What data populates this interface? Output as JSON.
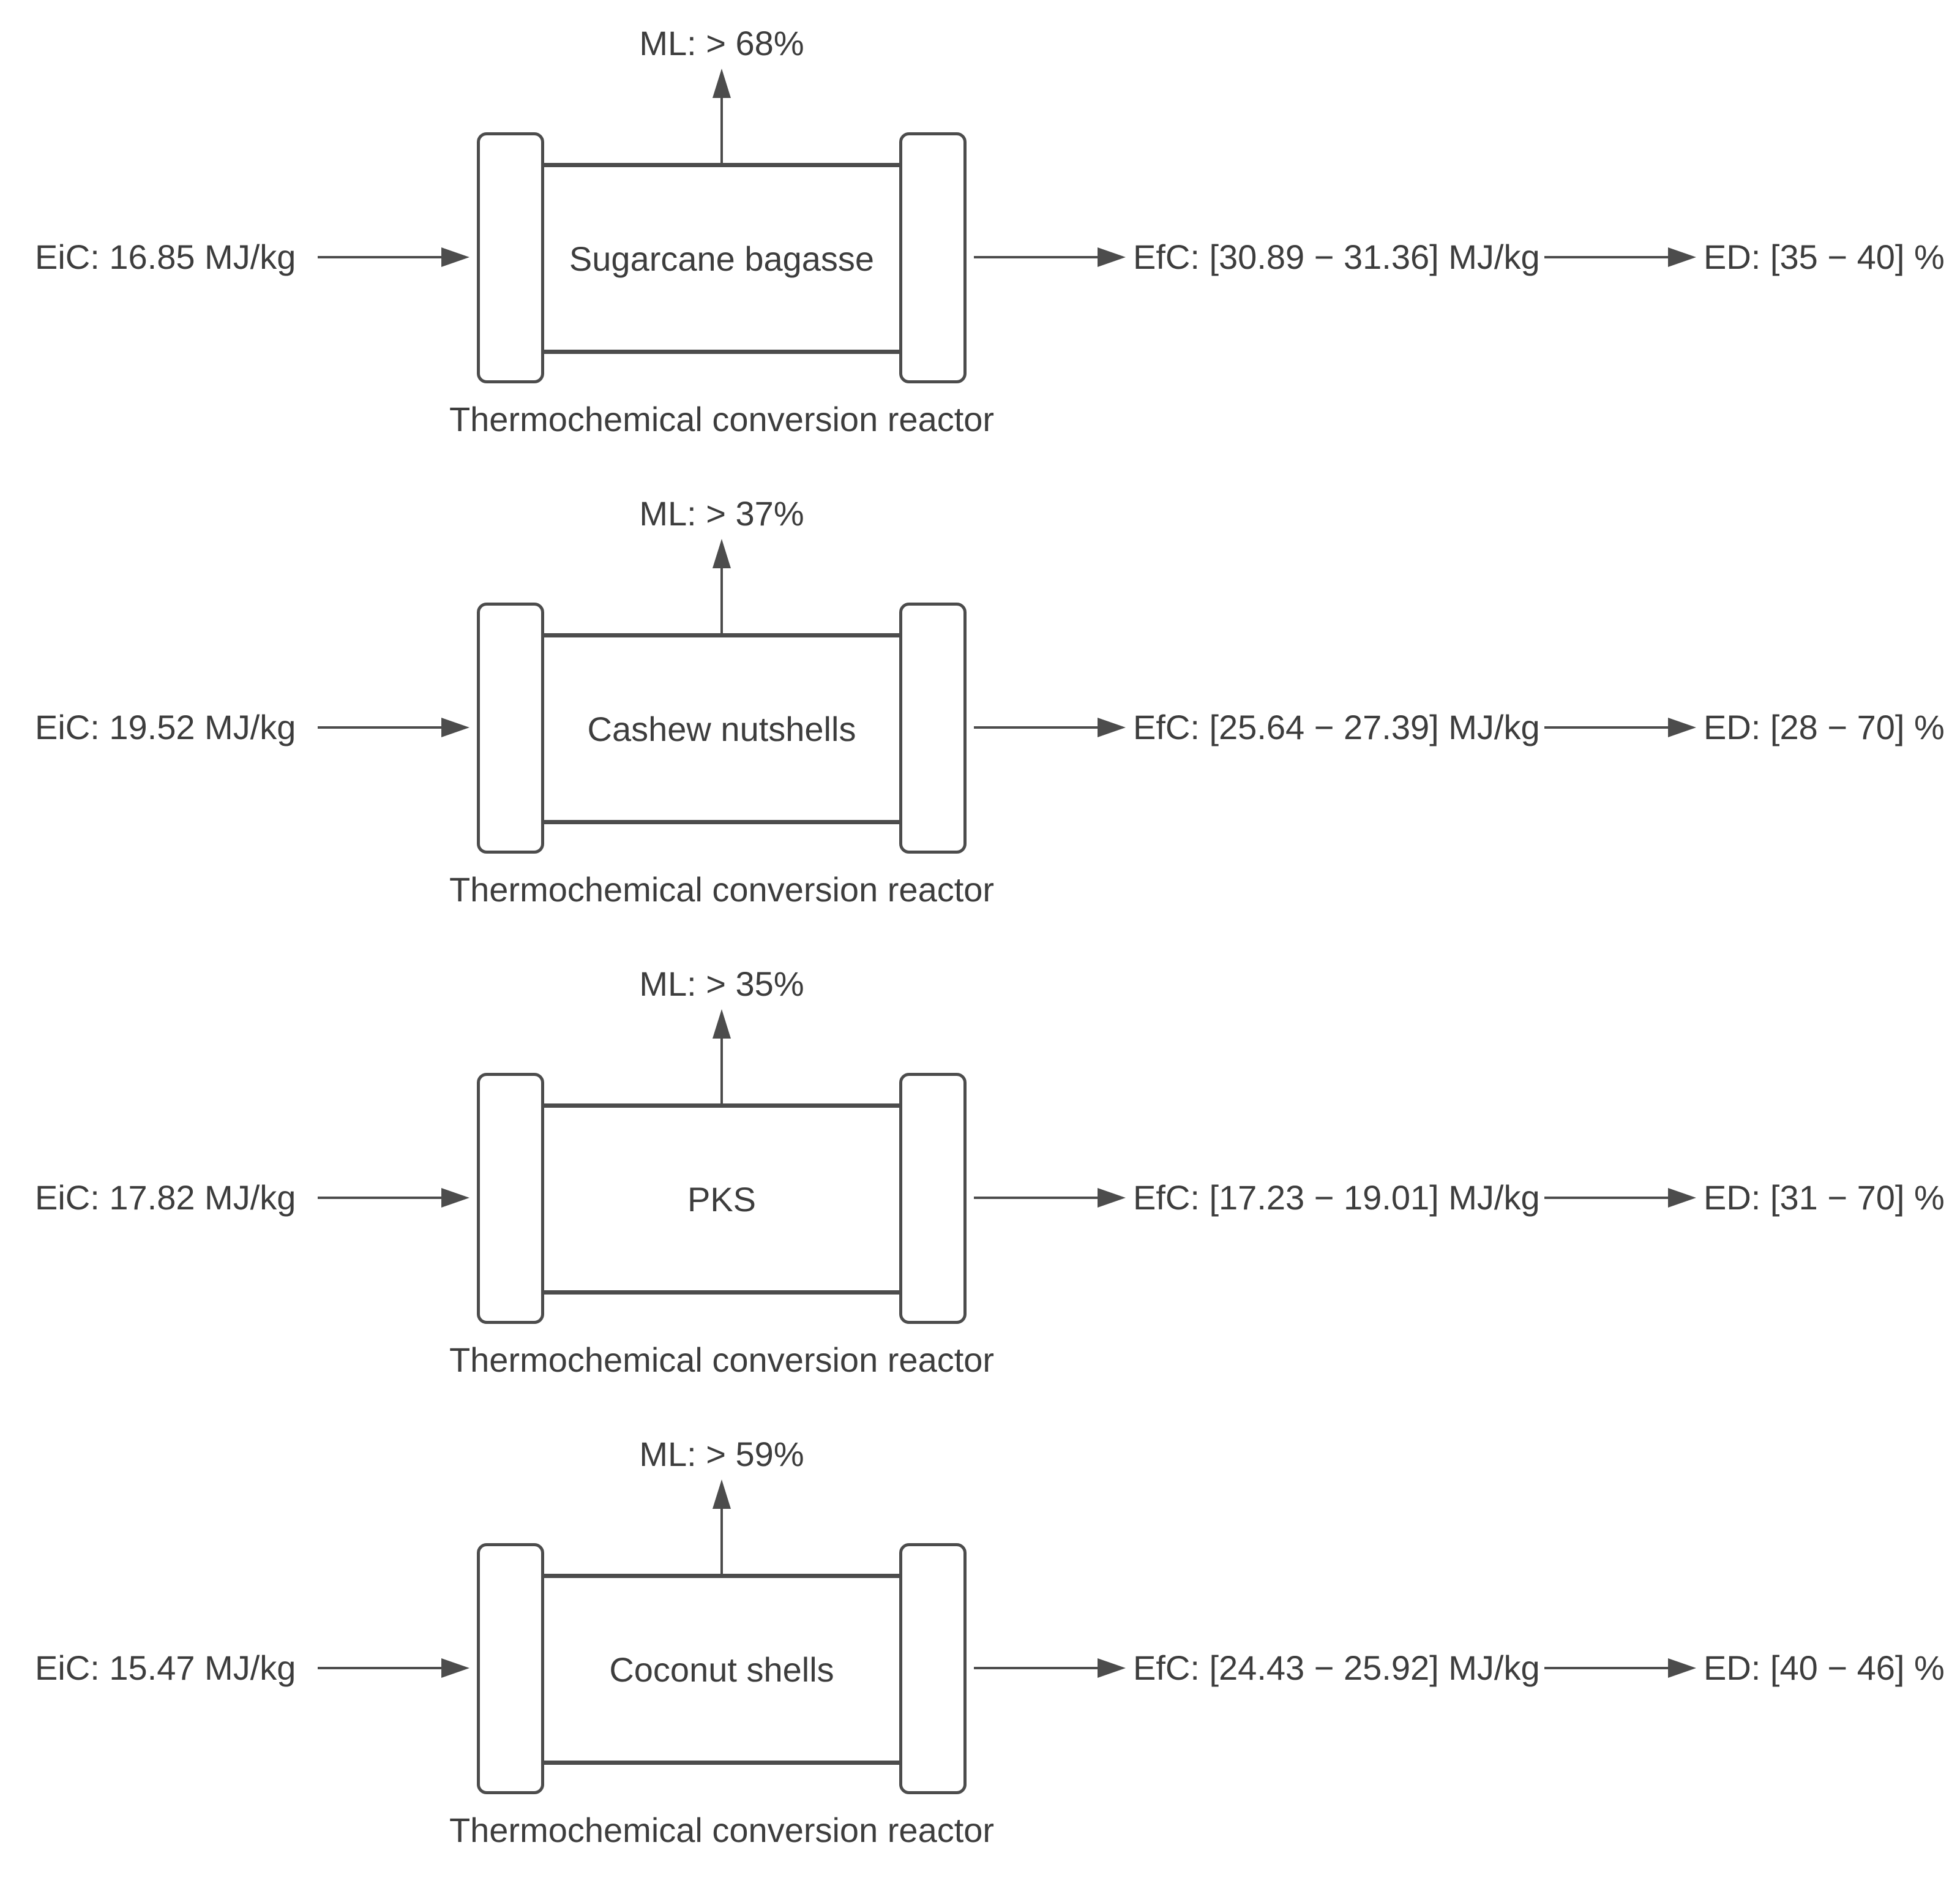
{
  "diagram": {
    "reactor_label": "Thermochemical conversion reactor",
    "rows": [
      {
        "feedstock": "Sugarcane bagasse",
        "mass_loss": "ML: > 68%",
        "energy_in": "EiC: 16.85 MJ/kg",
        "energy_out": "EfC: [30.89 − 31.36] MJ/kg",
        "energy_densification": "ED: [35 − 40] %"
      },
      {
        "feedstock": "Cashew nutshells",
        "mass_loss": "ML: > 37%",
        "energy_in": "EiC: 19.52 MJ/kg",
        "energy_out": "EfC: [25.64 − 27.39] MJ/kg",
        "energy_densification": "ED: [28 − 70] %"
      },
      {
        "feedstock": "PKS",
        "mass_loss": "ML: > 35%",
        "energy_in": "EiC: 17.82 MJ/kg",
        "energy_out": "EfC: [17.23 − 19.01] MJ/kg",
        "energy_densification": "ED: [31 − 70] %"
      },
      {
        "feedstock": "Coconut shells",
        "mass_loss": "ML: > 59%",
        "energy_in": "EiC: 15.47 MJ/kg",
        "energy_out": "EfC: [24.43 − 25.92] MJ/kg",
        "energy_densification": "ED: [40 − 46] %"
      }
    ]
  },
  "colors": {
    "stroke": "#4c4c4c",
    "text": "#3d3d3d",
    "background": "#ffffff"
  }
}
